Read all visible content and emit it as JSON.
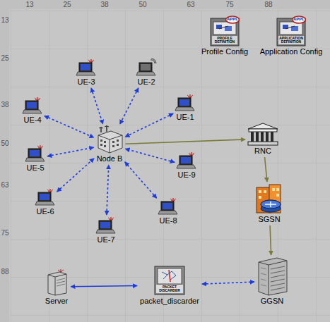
{
  "diagram": {
    "nodes": [
      {
        "text": [
          "APPL",
          "PROFILE DEFINITION",
          "Profile Config"
        ]
      },
      {
        "text": [
          "APPL",
          "APPLICATION DEFINITION",
          "Application Config"
        ]
      },
      {
        "text": [
          "UE-3"
        ]
      },
      {
        "text": [
          "UE-2"
        ]
      },
      {
        "text": [
          "UE-4"
        ]
      },
      {
        "text": [
          "UE-1"
        ]
      },
      {
        "text": [
          "Node B"
        ]
      },
      {
        "text": [
          "UE-5"
        ]
      },
      {
        "text": [
          "RNC"
        ]
      },
      {
        "text": [
          "UE-9"
        ]
      },
      {
        "text": [
          "UE-6"
        ]
      },
      {
        "text": [
          "SGSN"
        ]
      },
      {
        "text": [
          "UE-8"
        ]
      },
      {
        "text": [
          "UE-7"
        ]
      },
      {
        "text": [
          "Server"
        ]
      },
      {
        "text": [
          "PACKET DISCARDER",
          "packet_discarder"
        ]
      },
      {
        "text": [
          "GGSN"
        ]
      }
    ],
    "edges": [
      {
        "from": 2,
        "to": 6,
        "arrow": "both"
      },
      {
        "from": 3,
        "to": 6,
        "arrow": "both"
      },
      {
        "from": 4,
        "to": 6,
        "arrow": "both"
      },
      {
        "from": 5,
        "to": 6,
        "arrow": "both"
      },
      {
        "from": 7,
        "to": 6,
        "arrow": "both"
      },
      {
        "from": 9,
        "to": 6,
        "arrow": "both"
      },
      {
        "from": 10,
        "to": 6,
        "arrow": "both"
      },
      {
        "from": 12,
        "to": 6,
        "arrow": "both"
      },
      {
        "from": 13,
        "to": 6,
        "arrow": "both"
      },
      {
        "from": 6,
        "to": 8,
        "arrow": "to"
      },
      {
        "from": 8,
        "to": 11,
        "arrow": "to"
      },
      {
        "from": 11,
        "to": 16,
        "arrow": "to"
      },
      {
        "from": 14,
        "to": 15,
        "arrow": "both"
      },
      {
        "from": 15,
        "to": 16,
        "arrow": "both"
      }
    ],
    "labels": [
      "13",
      "25",
      "38",
      "50",
      "63",
      "75",
      "88",
      "13",
      "25",
      "38",
      "50",
      "63",
      "75",
      "88"
    ]
  }
}
